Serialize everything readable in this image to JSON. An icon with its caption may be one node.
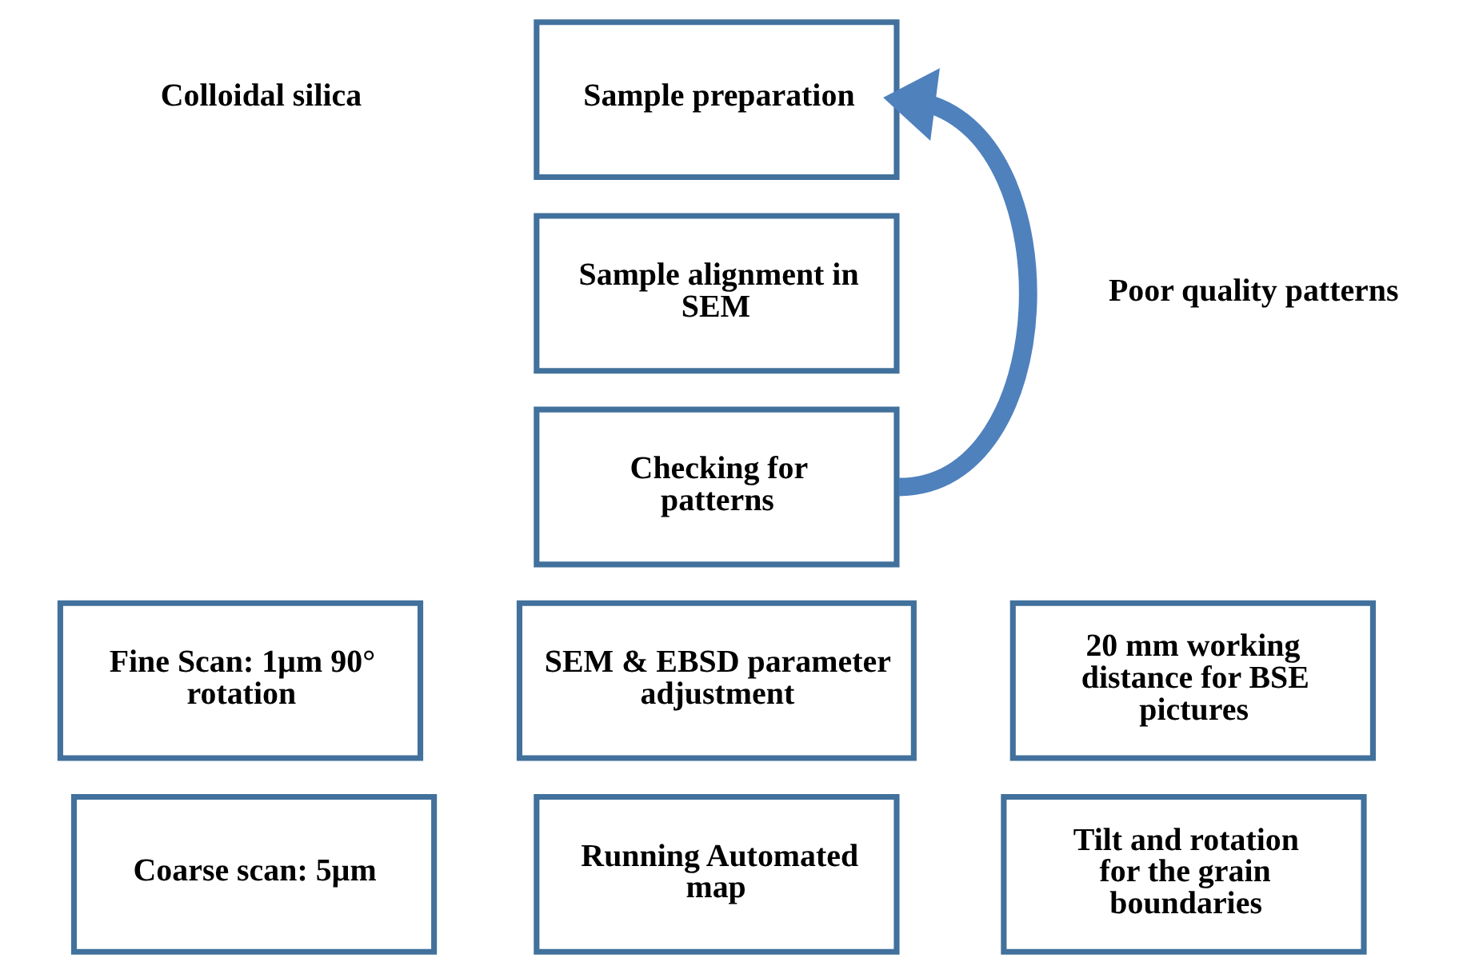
{
  "diagram": {
    "nodes": [
      {
        "text": [
          "Sample preparation"
        ]
      },
      {
        "text": [
          "Sample alignment in SEM"
        ]
      },
      {
        "text": [
          "Checking for patterns"
        ]
      },
      {
        "text": [
          "Fine Scan: 1µm 90° rotation"
        ]
      },
      {
        "text": [
          "SEM & EBSD parameter adjustment"
        ]
      },
      {
        "text": [
          "20 mm working distance for BSE pictures"
        ]
      },
      {
        "text": [
          "Coarse scan: 5µm"
        ]
      },
      {
        "text": [
          "Running Automated map"
        ]
      },
      {
        "text": [
          "Tilt and rotation for the grain boundaries"
        ]
      }
    ],
    "edges": [
      {
        "from": 2,
        "to": 0,
        "arrow": "to",
        "label": "Poor quality patterns",
        "color": "#4f81bd"
      }
    ],
    "labels": [
      "Colloidal silica"
    ]
  }
}
